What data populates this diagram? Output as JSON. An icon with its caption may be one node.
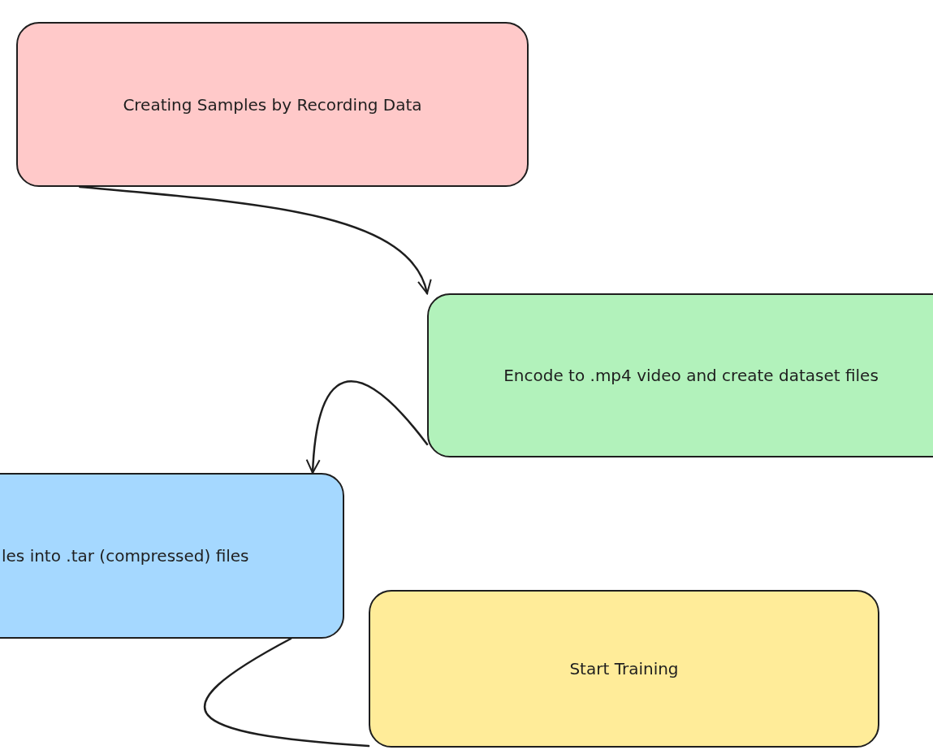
{
  "diagram": {
    "nodes": [
      {
        "text": [
          "Creating Samples by Recording Data"
        ]
      },
      {
        "text": [
          "Encode to .mp4 video and create dataset files"
        ]
      },
      {
        "text": [
          "les into .tar (compressed) files"
        ]
      },
      {
        "text": [
          "Start Training"
        ]
      }
    ],
    "edges": [
      {
        "from": 0,
        "to": 1,
        "arrow": "to"
      },
      {
        "from": 1,
        "to": 2,
        "arrow": "to"
      },
      {
        "from": 2,
        "to": 3,
        "arrow": "none"
      }
    ]
  }
}
